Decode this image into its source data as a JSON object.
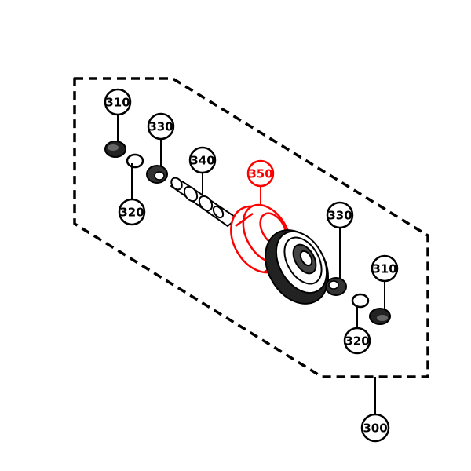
{
  "colors": {
    "line": "#000000",
    "highlight": "#ff0000",
    "background": "#ffffff"
  },
  "callouts": {
    "assembly": "300",
    "part_310_a": "310",
    "part_310_b": "310",
    "part_320_a": "320",
    "part_320_b": "320",
    "part_330_a": "330",
    "part_330_b": "330",
    "part_340": "340",
    "part_350": "350"
  }
}
